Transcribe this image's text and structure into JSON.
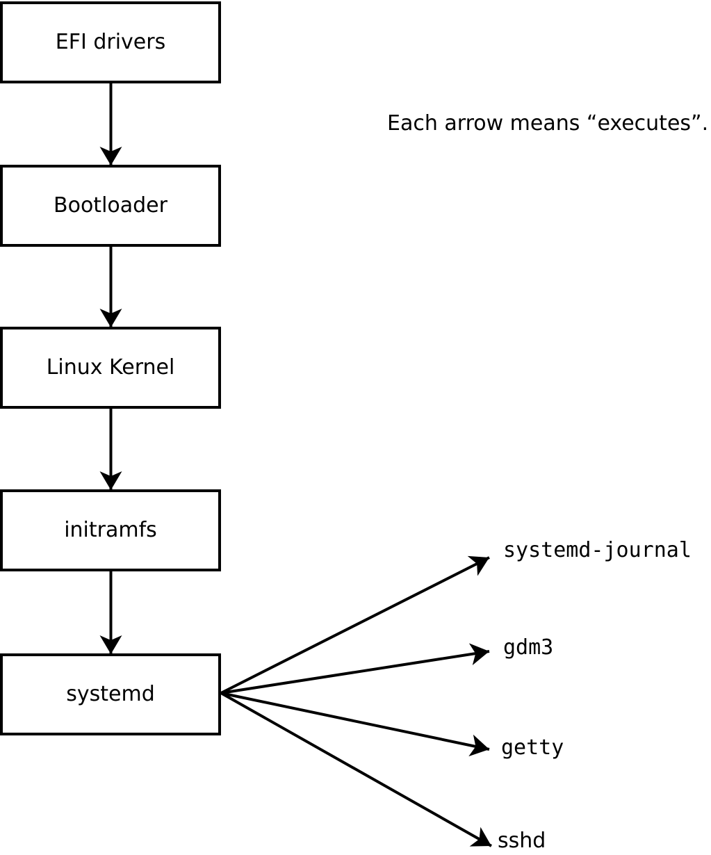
{
  "diagram": {
    "legend": "Each arrow means “executes”.",
    "chain": [
      {
        "label": "EFI drivers"
      },
      {
        "label": "Bootloader"
      },
      {
        "label": "Linux Kernel"
      },
      {
        "label": "initramfs"
      },
      {
        "label": "systemd"
      }
    ],
    "branches": [
      {
        "label": "systemd-journal"
      },
      {
        "label": "gdm3"
      },
      {
        "label": "getty"
      },
      {
        "label": "sshd"
      }
    ],
    "colors": {
      "line": "#000000",
      "box_border": "#000000",
      "box_fill": "#ffffff",
      "background": "#ffffff",
      "text": "#000000"
    }
  }
}
